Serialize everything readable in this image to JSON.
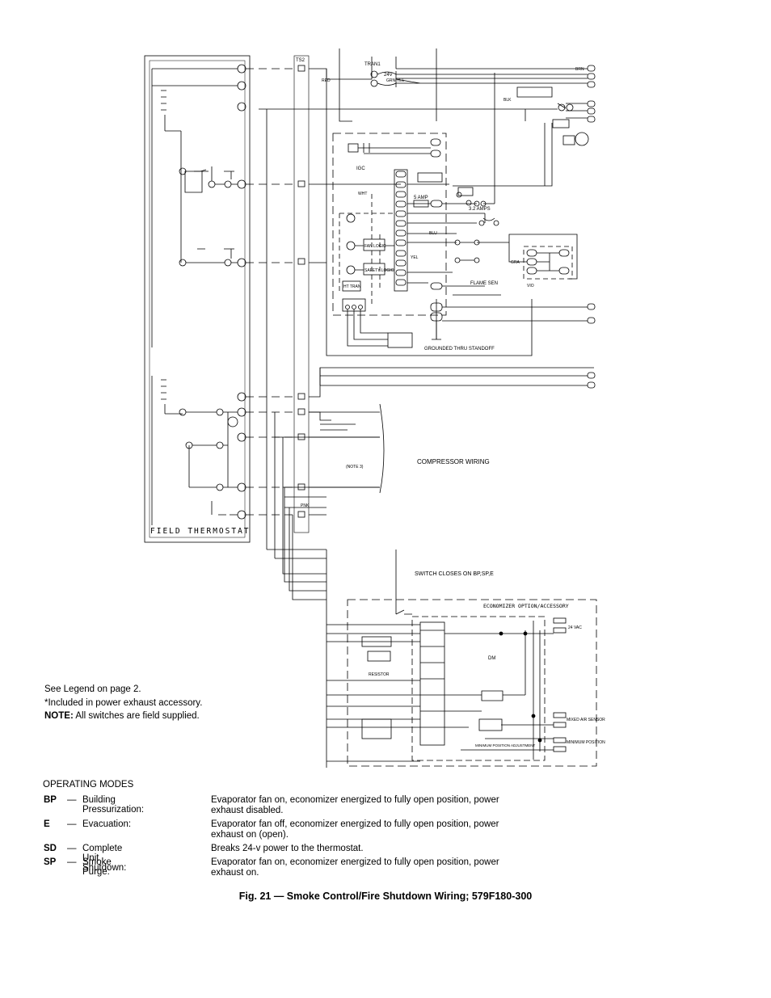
{
  "diagram": {
    "field_thermostat_label": "FIELD THERMOSTAT",
    "compressor_wiring_label": "COMPRESSOR WIRING",
    "economizer_label": "ECONOMIZER OPTION/ACCESSORY",
    "switch_closes_label": "SWITCH CLOSES ON BP,SP,E",
    "igc_label": "IGC",
    "grounded_label": "GROUNDED THRU STANDOFF",
    "ts2_label": "TS2",
    "tran1_label": "TRAN1",
    "volt_label": "24V",
    "amp_label": "5 AMP",
    "amps_label": "3.2 AMPS",
    "flame_sen_label": "FLAME SEN",
    "fan_logic_label": "FAN LOGIC",
    "safety_logic_label": "SAFETY LOGIC",
    "ht_tran_label": "HT TRAN",
    "dm_label": "DM",
    "mixed_air_label": "MIXED AIR SENSOR",
    "min_position_label": "MINIMUM POSITION",
    "min_adjust_label": "MINIMUM POSITION ADJUSTMENT",
    "vac_label": "24 VAC",
    "resistor_label": "RESISTOR",
    "note_label": "(NOTE 3)",
    "wire_colors": [
      "BRN",
      "RED",
      "BLK",
      "WHT",
      "YEL",
      "BLU",
      "PNK",
      "VIO",
      "GRN-YEL",
      "GRA"
    ]
  },
  "notes": {
    "legend": "See Legend on page 2.",
    "asterisk": "*Included in power exhaust accessory.",
    "note_label": "NOTE:",
    "note_text": " All switches are field supplied."
  },
  "operating_modes": {
    "title": "OPERATING MODES",
    "modes": [
      {
        "code": "BP",
        "dash": "—",
        "name": "Building Pressurization:",
        "desc": "Evaporator fan on, economizer energized to fully open position, power exhaust disabled."
      },
      {
        "code": "E",
        "dash": "—",
        "name": "Evacuation:",
        "desc": "Evaporator fan off, economizer energized to fully open position, power exhaust on (open)."
      },
      {
        "code": "SD",
        "dash": "—",
        "name": "Complete Unit Shutdown:",
        "desc": "Breaks 24-v power to the thermostat."
      },
      {
        "code": "SP",
        "dash": "—",
        "name": "Smoke Purge:",
        "desc": "Evaporator fan on, economizer energized to fully open position, power exhaust on."
      }
    ]
  },
  "caption": "Fig. 21 — Smoke Control/Fire Shutdown Wiring; 579F180-300"
}
